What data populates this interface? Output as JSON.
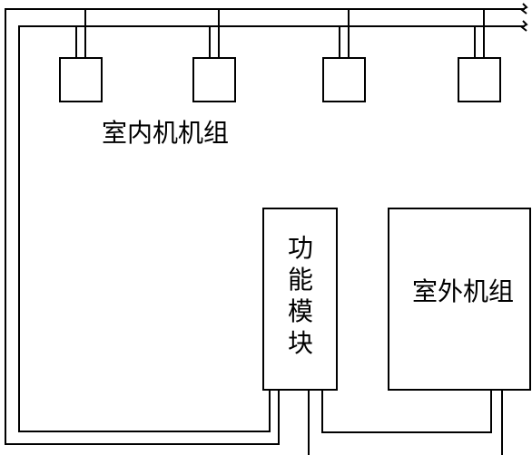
{
  "indoor_label": "室内机机组",
  "outdoor_label": "室外机组",
  "module_label_chars": [
    "功",
    "能",
    "模",
    "块"
  ]
}
